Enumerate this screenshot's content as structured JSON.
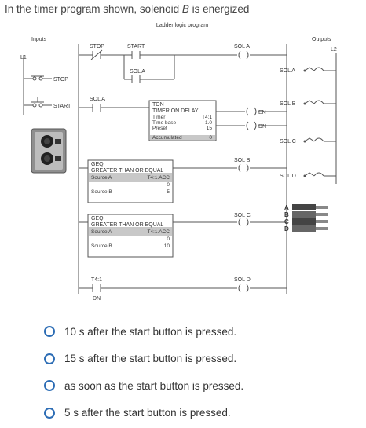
{
  "question": {
    "prefix": "In the timer program shown, solenoid ",
    "emph": "B",
    "suffix": " is energized"
  },
  "diagram": {
    "title": "Ladder logic program",
    "inputs_label": "Inputs",
    "outputs_label": "Outputs",
    "l1": "L1",
    "l2": "L2",
    "stop_label": "STOP",
    "start_label": "START",
    "rung1": {
      "stop": "STOP",
      "start": "START",
      "seal": "SOL A",
      "coil": "SOL A"
    },
    "ton": {
      "contact": "SOL A",
      "name": "TON",
      "desc": "TIMER ON DELAY",
      "rows": [
        {
          "k": "Timer",
          "v": "T4:1"
        },
        {
          "k": "Time base",
          "v": "1.0"
        },
        {
          "k": "Preset",
          "v": "15"
        },
        {
          "k": "Accumulated",
          "v": "0"
        }
      ],
      "en": "EN",
      "dn": "DN"
    },
    "geq1": {
      "name": "GEQ",
      "desc": "GREATER THAN OR EQUAL",
      "src_a": "Source A",
      "src_a_val": "T4:1.ACC",
      "src_a_num": "0",
      "src_b": "Source B",
      "src_b_val": "5",
      "coil": "SOL B"
    },
    "geq2": {
      "name": "GEQ",
      "desc": "GREATER THAN OR EQUAL",
      "src_a": "Source A",
      "src_a_val": "T4:1.ACC",
      "src_a_num": "0",
      "src_b": "Source B",
      "src_b_val": "10",
      "coil": "SOL C"
    },
    "rung5": {
      "contact": "T4:1",
      "bit": "DN",
      "coil": "SOL D"
    },
    "outputs": [
      "SOL A",
      "SOL B",
      "SOL C",
      "SOL D"
    ],
    "light_letters": [
      "A",
      "B",
      "C",
      "D"
    ]
  },
  "options": [
    {
      "label": "10 s after the start button is pressed."
    },
    {
      "label": "15 s after the start button is pressed."
    },
    {
      "label": "as soon as the start button is pressed."
    },
    {
      "label": "5 s after the start button is pressed."
    }
  ],
  "colors": {
    "radio": "#2d6db5",
    "diagram_fill": "#c8c8c8"
  }
}
